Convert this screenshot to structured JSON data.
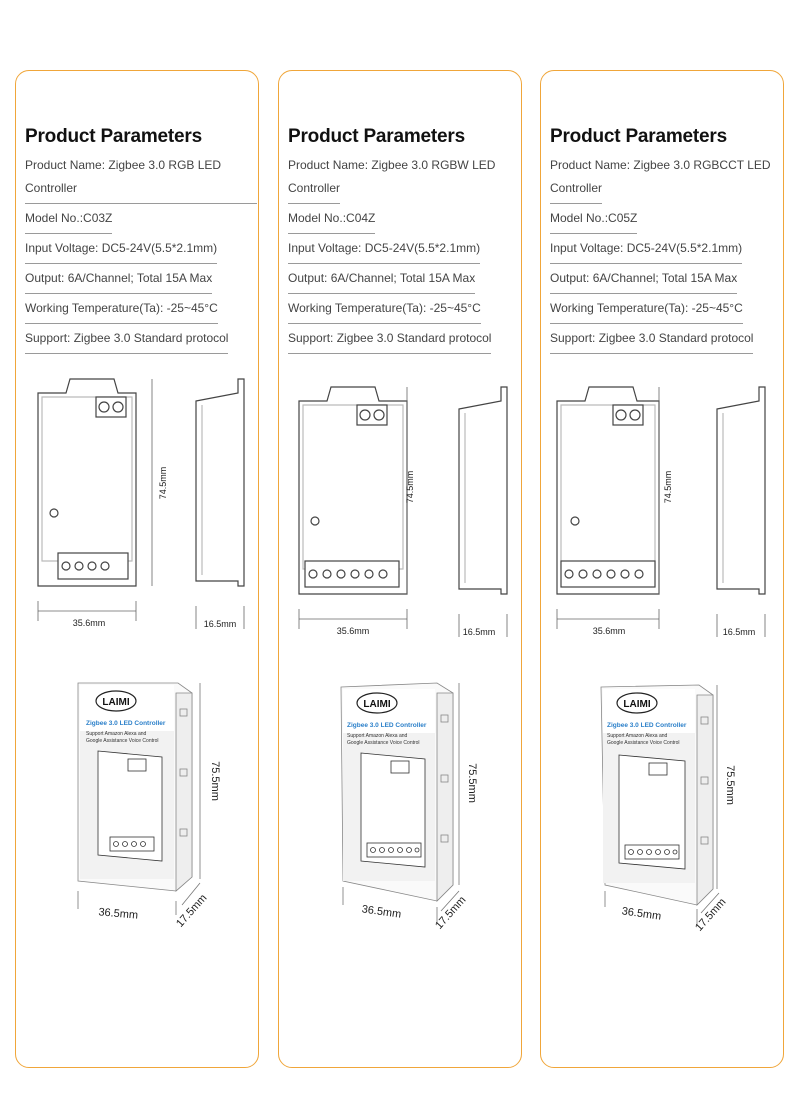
{
  "cards": [
    {
      "title": "Product Parameters",
      "params": [
        "Product Name: Zigbee 3.0 RGB LED Controller",
        "Model No.:C03Z",
        "Input Voltage: DC5-24V(5.5*2.1mm)",
        "Output: 6A/Channel; Total 15A Max",
        "Working Temperature(Ta): -25~45°C",
        "Support: Zigbee 3.0 Standard protocol"
      ],
      "drawing": {
        "height_label": "74.5mm",
        "width_label": "35.6mm",
        "depth_label": "16.5mm"
      },
      "package": {
        "brand": "LAIMI",
        "heading": "Zigbee 3.0 LED Controller",
        "line1": "Support Amazon Alexa and",
        "line2": "Google Assistance Voice Control",
        "height_label": "75.5mm",
        "width_label": "36.5mm",
        "depth_label": "17.5mm"
      }
    },
    {
      "title": "Product Parameters",
      "params": [
        "Product Name: Zigbee 3.0 RGBW LED",
        "Controller",
        "Model No.:C04Z",
        "Input Voltage: DC5-24V(5.5*2.1mm)",
        "Output: 6A/Channel; Total 15A Max",
        "Working Temperature(Ta): -25~45°C",
        "Support: Zigbee 3.0 Standard protocol"
      ],
      "drawing": {
        "height_label": "74.5mm",
        "width_label": "35.6mm",
        "depth_label": "16.5mm"
      },
      "package": {
        "brand": "LAIMI",
        "heading": "Zigbee 3.0 LED Controller",
        "line1": "Support Amazon Alexa and",
        "line2": "Google Assistance Voice Control",
        "height_label": "75.5mm",
        "width_label": "36.5mm",
        "depth_label": "17.5mm"
      }
    },
    {
      "title": "Product Parameters",
      "params": [
        "Product Name: Zigbee 3.0 RGBCCT LED",
        "Controller",
        "Model No.:C05Z",
        "Input Voltage: DC5-24V(5.5*2.1mm)",
        "Output: 6A/Channel; Total 15A Max",
        "Working Temperature(Ta): -25~45°C",
        "Support: Zigbee 3.0 Standard protocol"
      ],
      "drawing": {
        "height_label": "74.5mm",
        "width_label": "35.6mm",
        "depth_label": "16.5mm"
      },
      "package": {
        "brand": "LAIMI",
        "heading": "Zigbee 3.0 LED Controller",
        "line1": "Support Amazon Alexa and",
        "line2": "Google Assistance Voice Control",
        "height_label": "75.5mm",
        "width_label": "36.5mm",
        "depth_label": "17.5mm"
      }
    }
  ]
}
